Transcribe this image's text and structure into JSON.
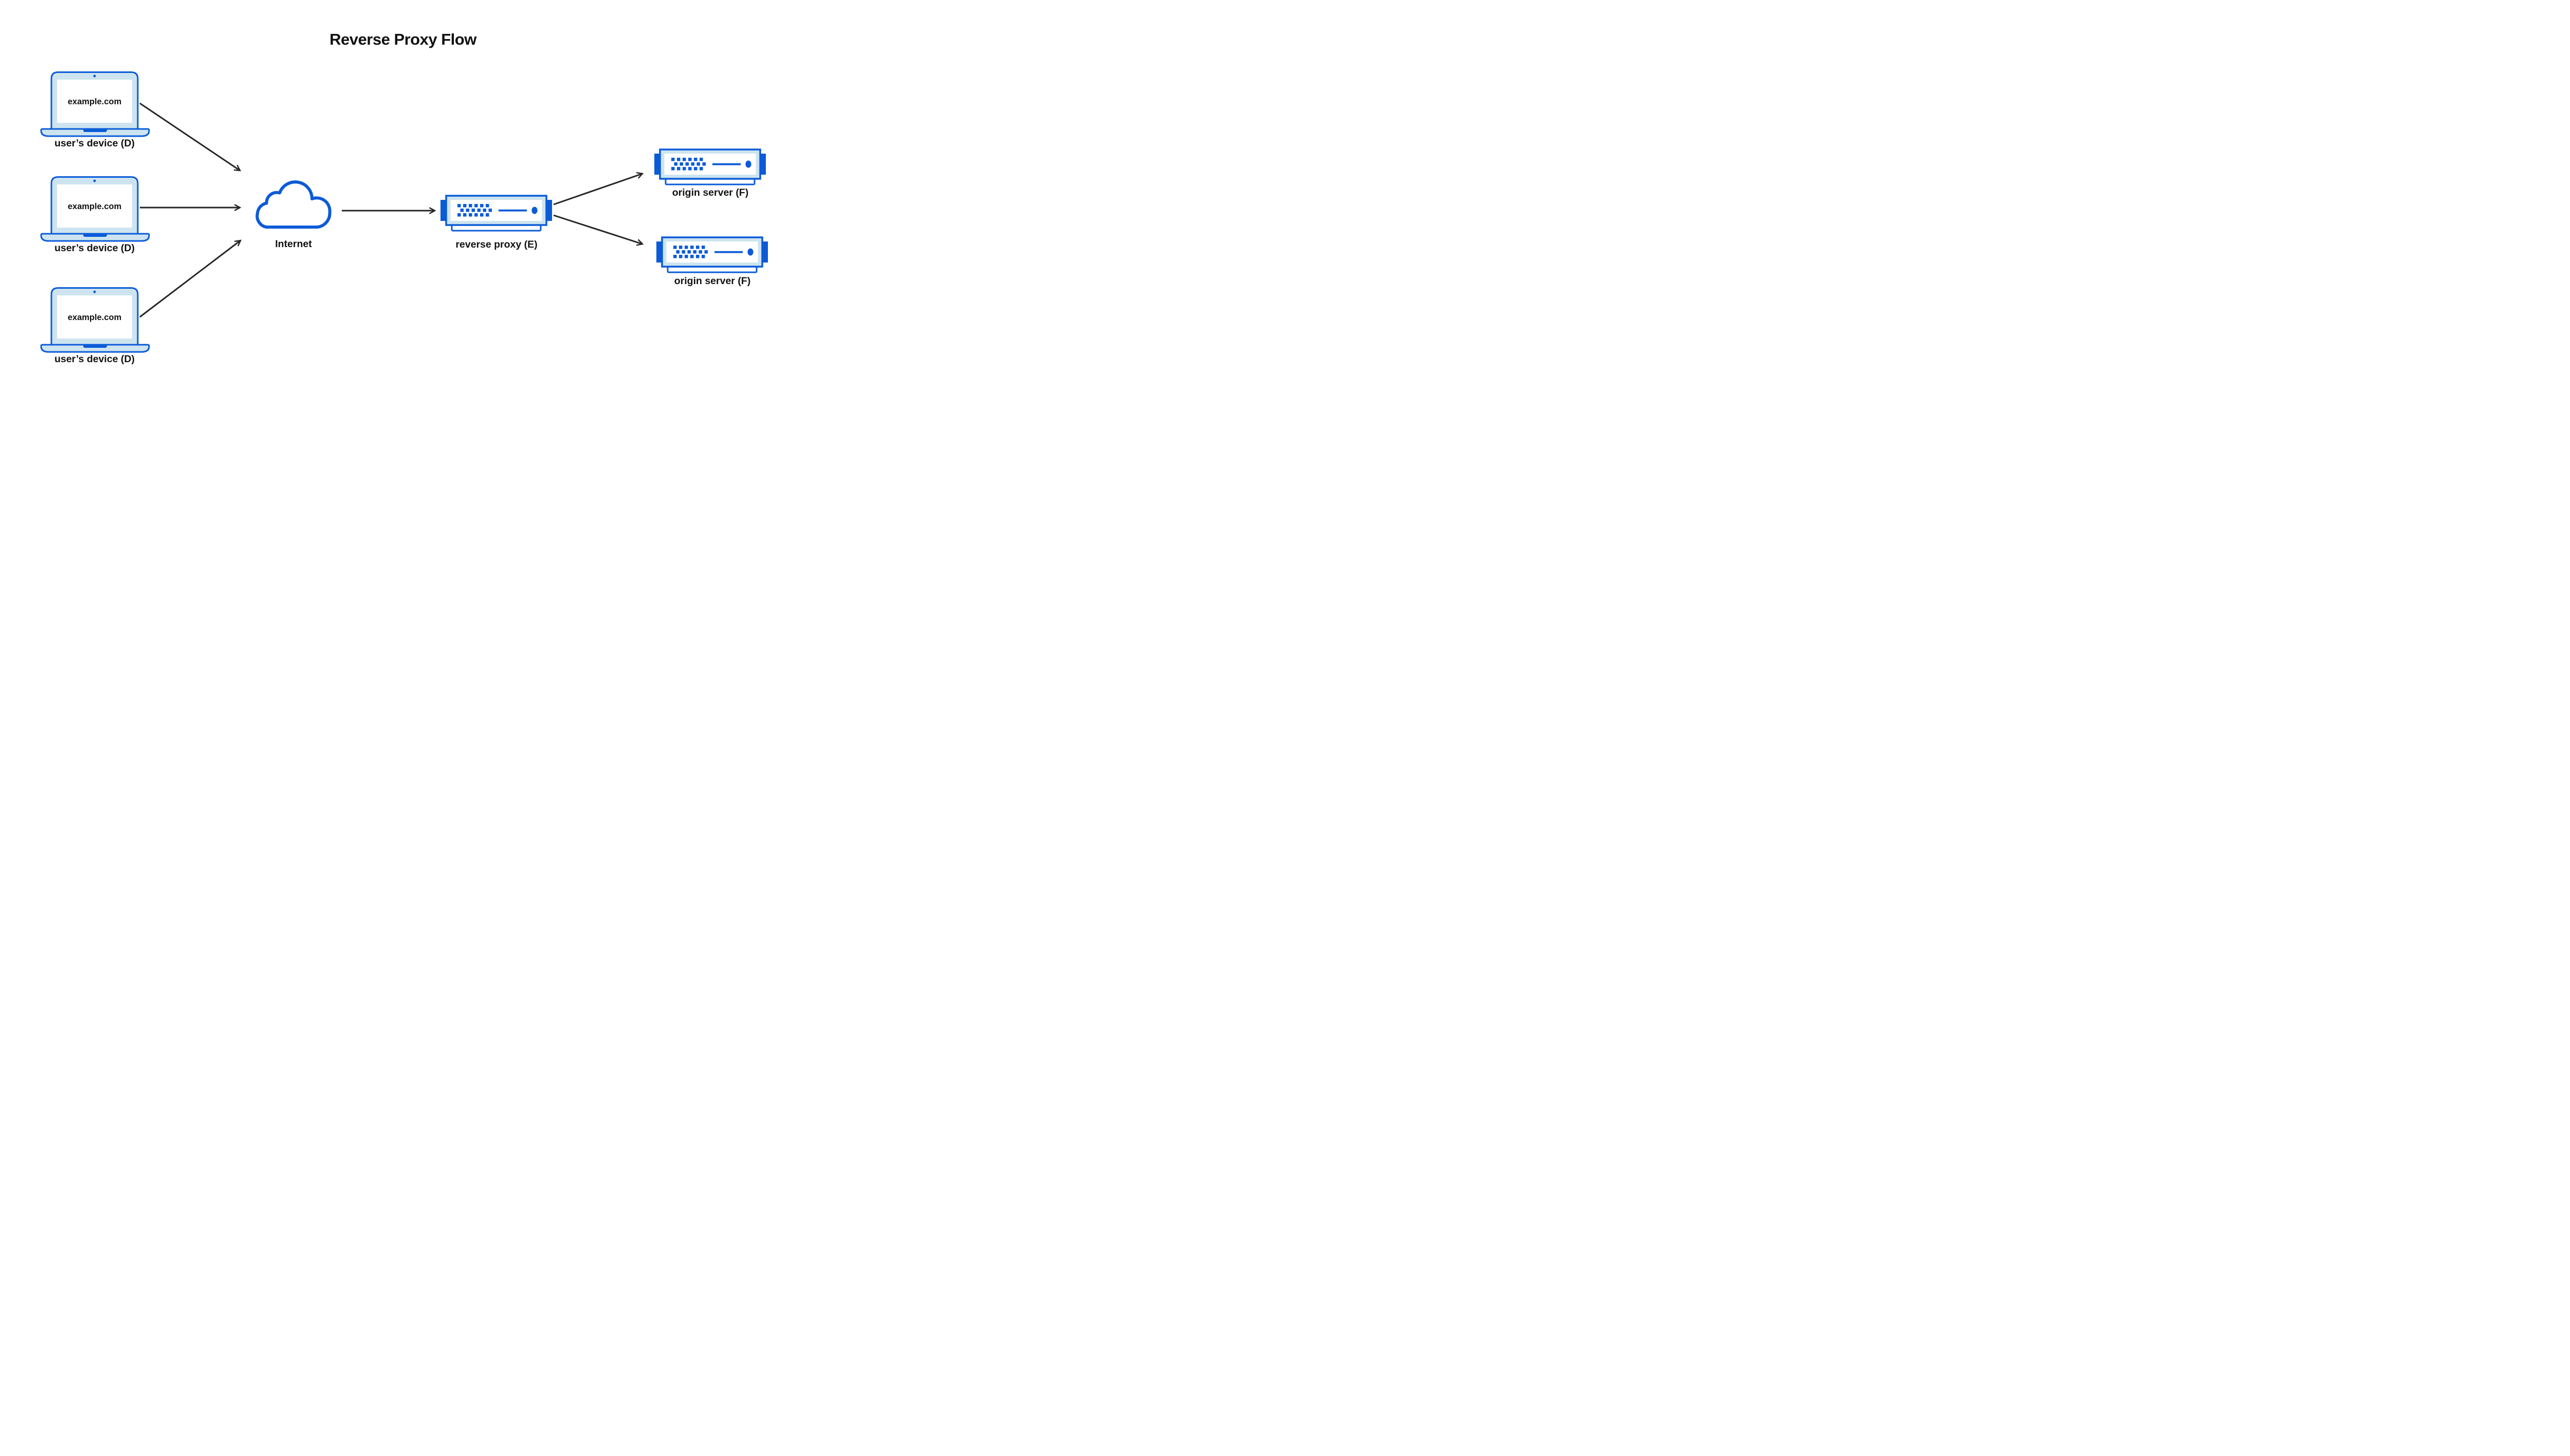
{
  "title": "Reverse Proxy Flow",
  "colors": {
    "primary_blue": "#0b5bd8",
    "light_blue": "#cde4f0",
    "white": "#ffffff",
    "arrow_dark": "#262626",
    "text_black": "#111111"
  },
  "devices": [
    {
      "icon": "laptop-icon",
      "screen_text": "example.com",
      "label": "user’s device (D)"
    },
    {
      "icon": "laptop-icon",
      "screen_text": "example.com",
      "label": "user’s device (D)"
    },
    {
      "icon": "laptop-icon",
      "screen_text": "example.com",
      "label": "user’s device (D)"
    }
  ],
  "internet": {
    "icon": "cloud-icon",
    "label": "Internet"
  },
  "reverse_proxy": {
    "icon": "server-icon",
    "label": "reverse proxy (E)"
  },
  "origin_servers": [
    {
      "icon": "server-icon",
      "label": "origin server (F)"
    },
    {
      "icon": "server-icon",
      "label": "origin server (F)"
    }
  ],
  "edges": [
    {
      "from": "user’s device (D) #1",
      "to": "Internet"
    },
    {
      "from": "user’s device (D) #2",
      "to": "Internet"
    },
    {
      "from": "user’s device (D) #3",
      "to": "Internet"
    },
    {
      "from": "Internet",
      "to": "reverse proxy (E)"
    },
    {
      "from": "reverse proxy (E)",
      "to": "origin server (F) #1"
    },
    {
      "from": "reverse proxy (E)",
      "to": "origin server (F) #2"
    }
  ]
}
